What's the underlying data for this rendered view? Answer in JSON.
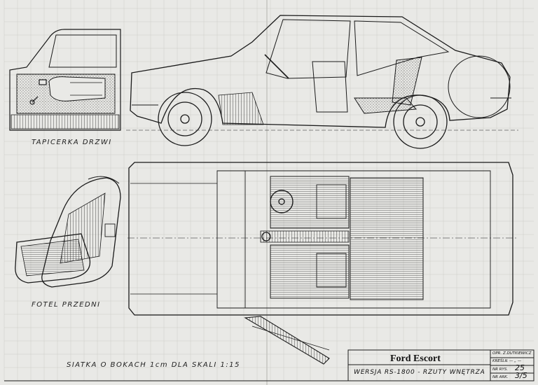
{
  "labels": {
    "door_trim": "TAPICERKA DRZWI",
    "front_seat": "FOTEL PRZEDNI",
    "grid_note": "SIATKA O BOKACH 1cm DLA SKALI 1:15"
  },
  "title_block": {
    "title": "Ford Escort",
    "subtitle": "WERSJA RS-1800 - RZUTY WNĘTRZA",
    "prepared_by": "OPR. Z.DUTKIEWICZ",
    "drawn_by": "KREŚLIŁ — „ —",
    "drawing_no_label": "NR RYS.",
    "drawing_no": "25",
    "sheet_no_label": "NR ARK.",
    "sheet_no": "3/5"
  },
  "colors": {
    "paper": "#e9e9e6",
    "ink": "#1a1a1a"
  }
}
